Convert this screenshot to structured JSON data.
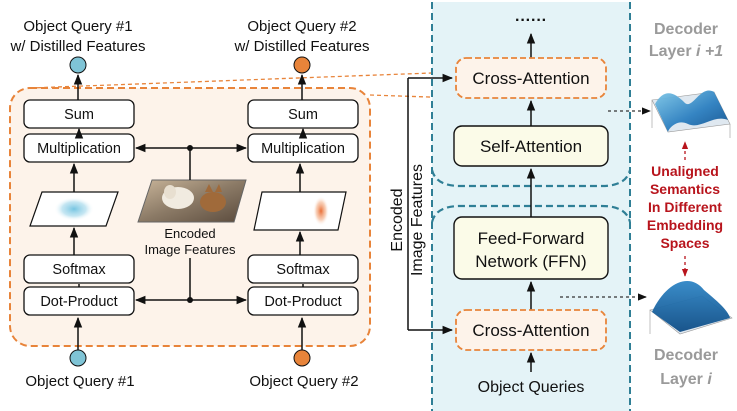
{
  "left_panel": {
    "query1_top": [
      "Object Query #1",
      "w/ Distilled Features"
    ],
    "query2_top": [
      "Object Query #2",
      "w/ Distilled Features"
    ],
    "sum": "Sum",
    "multiplication": "Multiplication",
    "softmax": "Softmax",
    "dot_product": "Dot-Product",
    "encoded_caption": [
      "Encoded",
      "Image Features"
    ],
    "query1_bottom": "Object Query #1",
    "query2_bottom": "Object Query #2"
  },
  "decoder": {
    "ellipsis": "······",
    "cross_attention_top": "Cross-Attention",
    "self_attention": "Self-Attention",
    "ffn": [
      "Feed-Forward",
      "Network (FFN)"
    ],
    "cross_attention_bottom": "Cross-Attention",
    "object_queries": "Object Queries",
    "side_label": [
      "Encoded",
      "Image Features"
    ]
  },
  "right_panel": {
    "layer_top_prefix": "Decoder",
    "layer_top_suffix": "Layer",
    "layer_top_index": "i +1",
    "layer_bottom_prefix": "Decoder",
    "layer_bottom_suffix": "Layer",
    "layer_bottom_index": "i",
    "semantics": [
      "Unaligned",
      "Semantics",
      "In Different",
      "Embedding",
      "Spaces"
    ]
  },
  "colors": {
    "orange": "#e8843a",
    "blue_dot": "#7fc4d6",
    "teal_dashed": "#2f7f96",
    "panel_fill": "#fdf3ea",
    "decoder_fill": "#e4f3f7",
    "box_fill": "#fbfbe8",
    "red_text": "#b8141c",
    "gray_text": "#9a9a9a"
  }
}
